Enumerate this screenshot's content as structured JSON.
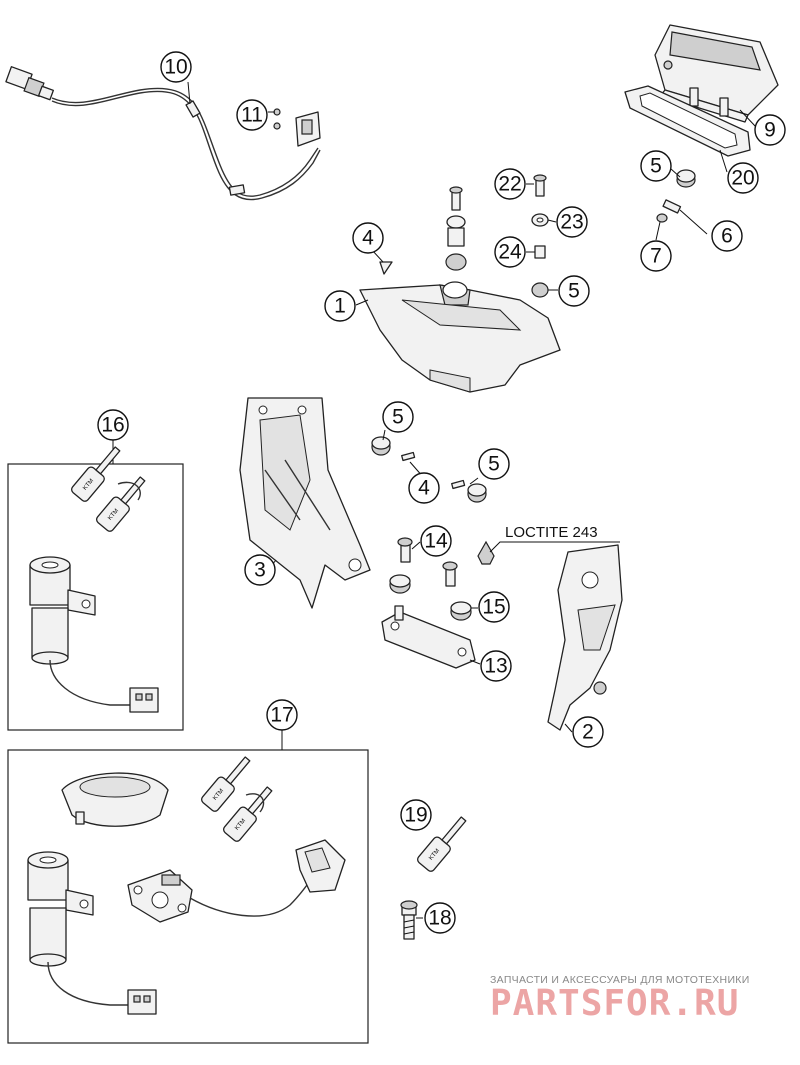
{
  "callouts": {
    "c1": "1",
    "c2": "2",
    "c3": "3",
    "c4a": "4",
    "c4b": "4",
    "c5a": "5",
    "c5b": "5",
    "c5c": "5",
    "c5d": "5",
    "c6": "6",
    "c7": "7",
    "c9": "9",
    "c10": "10",
    "c11": "11",
    "c13": "13",
    "c14": "14",
    "c15": "15",
    "c16": "16",
    "c17": "17",
    "c18": "18",
    "c19": "19",
    "c20": "20",
    "c22": "22",
    "c23": "23",
    "c24": "24"
  },
  "note": {
    "loctite": "LOCTITE 243"
  },
  "key_marking": "KTM",
  "watermark": {
    "tagline": "ЗАПЧАСТИ И АКСЕССУАРЫ ДЛЯ МОТОТЕХНИКИ",
    "logo": "PARTSFOR.RU"
  },
  "colors": {
    "line": "#111111",
    "watermark": "#d63a3a",
    "fill": "#f2f2f2"
  }
}
